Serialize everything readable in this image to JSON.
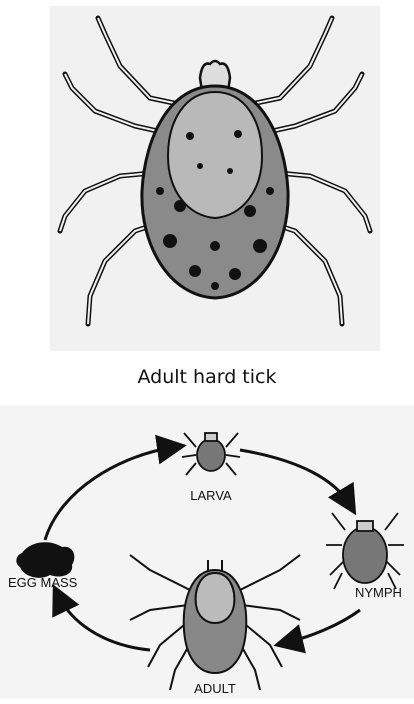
{
  "figure": {
    "caption": "Adult hard tick",
    "stages": {
      "larva": "LARVA",
      "nymph": "NYMPH",
      "adult": "ADULT",
      "egg_mass": "EGG MASS"
    }
  },
  "colors": {
    "ink": "#111111",
    "panel": "#f1f1f1",
    "body_fill": "#8a8a8a"
  }
}
